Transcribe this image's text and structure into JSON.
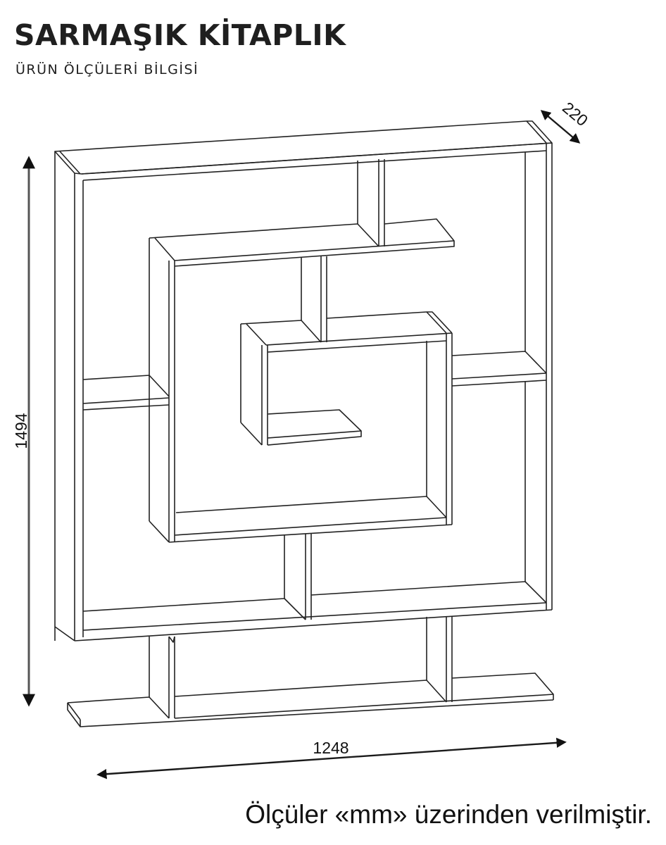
{
  "header": {
    "title": "SARMAŞIK KİTAPLIK",
    "subtitle": "ÜRÜN ÖLÇÜLERİ BİLGİSİ"
  },
  "dimensions": {
    "depth": "220",
    "height": "1494",
    "width": "1248",
    "unit": "mm"
  },
  "footer": {
    "note": "Ölçüler «mm» üzerinden verilmiştir."
  },
  "colors": {
    "line": "#222222",
    "dimension_line": "#555555",
    "background": "#ffffff"
  }
}
